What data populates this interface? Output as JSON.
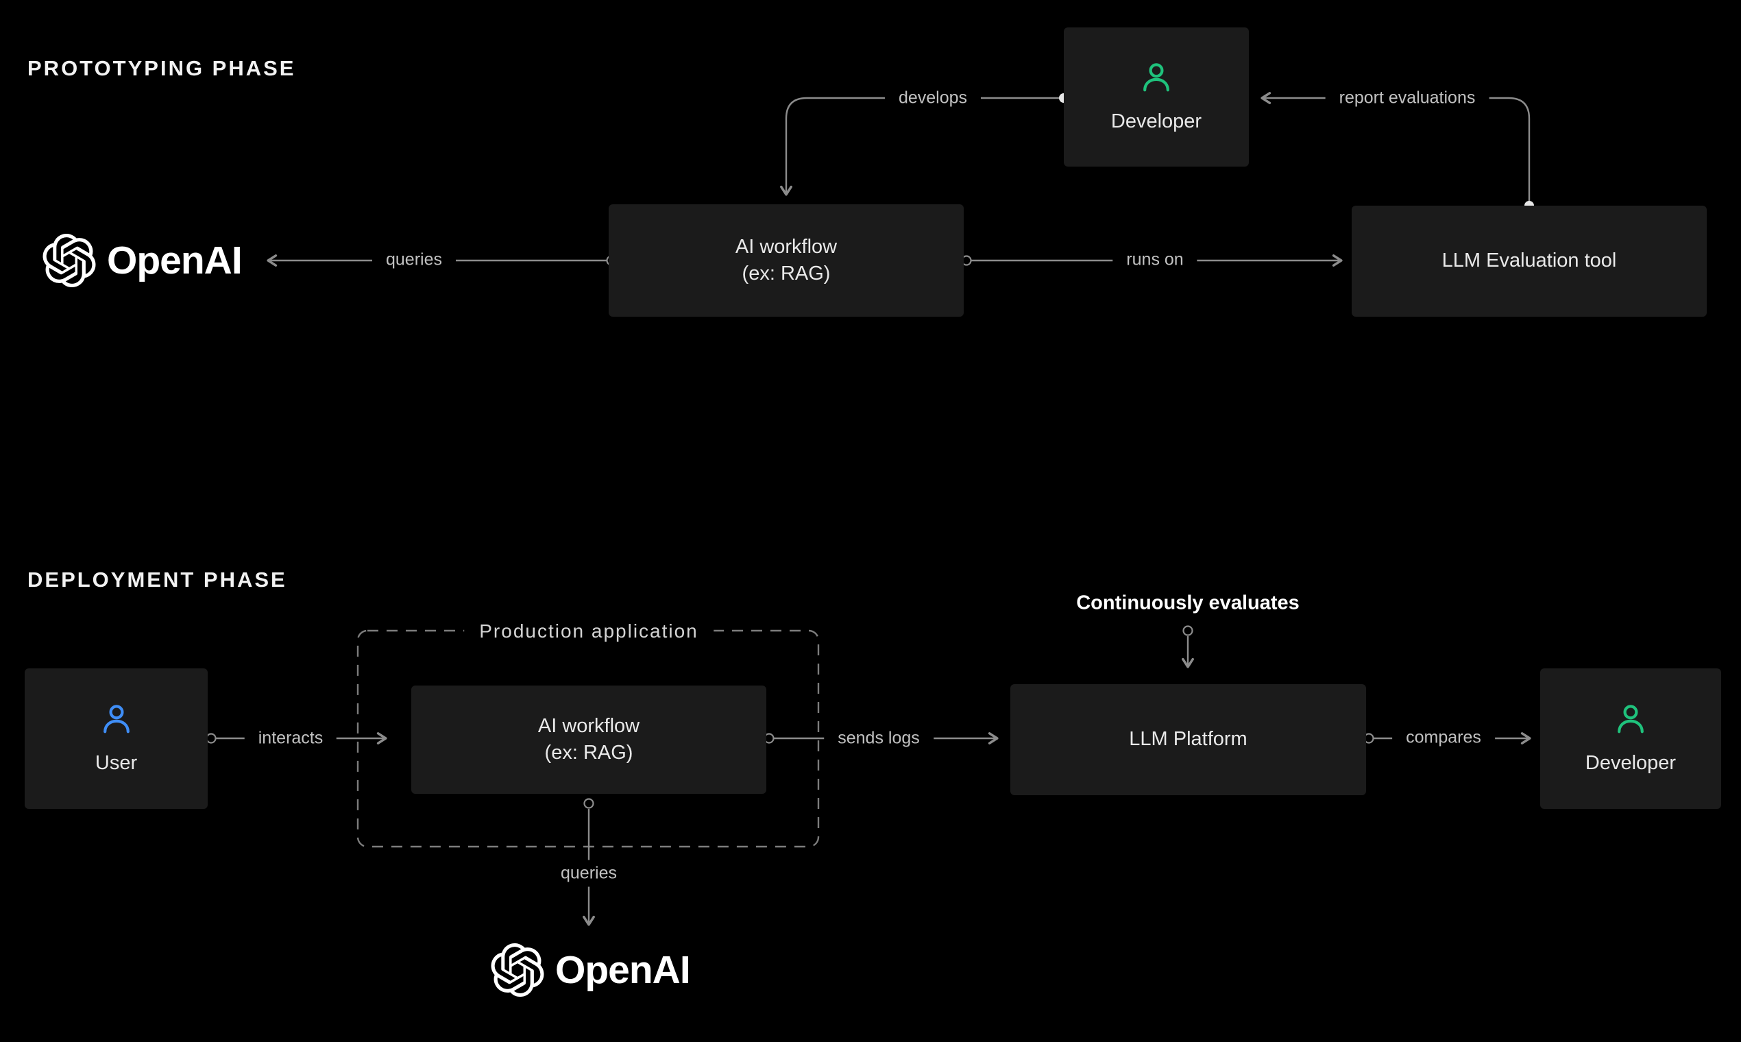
{
  "prototyping": {
    "title": "PROTOTYPING PHASE",
    "nodes": {
      "developer": {
        "label": "Developer"
      },
      "ai_workflow": {
        "title": "AI workflow",
        "subtitle": "(ex: RAG)"
      },
      "openai": {
        "wordmark": "OpenAI"
      },
      "llm_evaluation_tool": {
        "label": "LLM Evaluation tool"
      }
    },
    "edges": {
      "develops": "develops",
      "queries": "queries",
      "runs_on": "runs on",
      "report_evaluations": "report evaluations"
    }
  },
  "deployment": {
    "title": "DEPLOYMENT PHASE",
    "nodes": {
      "user": {
        "label": "User"
      },
      "production_application": {
        "label": "Production application"
      },
      "ai_workflow": {
        "title": "AI workflow",
        "subtitle": "(ex: RAG)"
      },
      "openai": {
        "wordmark": "OpenAI"
      },
      "llm_platform": {
        "label": "LLM Platform"
      },
      "developer": {
        "label": "Developer"
      }
    },
    "edges": {
      "interacts": "interacts",
      "sends_logs": "sends logs",
      "queries": "queries",
      "compares": "compares",
      "continuously_evaluates": "Continuously evaluates"
    }
  },
  "icons": {
    "developer": "person-icon",
    "user": "person-icon",
    "openai": "openai-logo-icon"
  },
  "colors": {
    "background": "#000000",
    "node_background": "#1b1b1b",
    "node_text": "#e9e9e9",
    "title_text": "#f2f2f2",
    "connector": "#8c8c8c",
    "edge_label_text": "#c1c1c1",
    "developer_accent": "#1fc27c",
    "user_accent": "#3f8ef7",
    "logo_text": "#ffffff"
  }
}
